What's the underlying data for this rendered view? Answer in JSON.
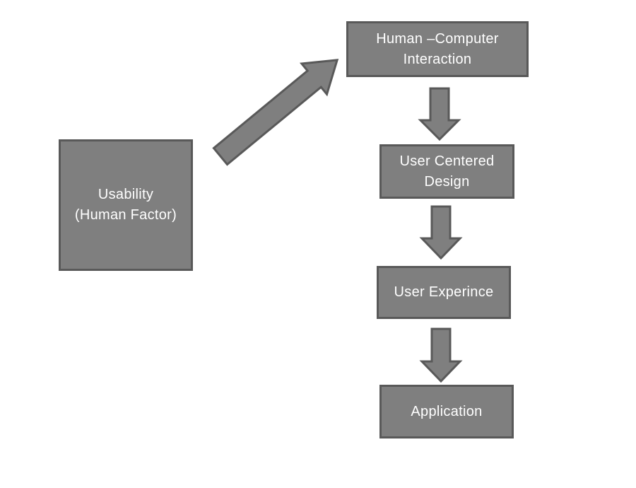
{
  "diagram": {
    "type": "flow-diagram",
    "colors": {
      "background": "#ffffff",
      "node_fill": "#7f7f7f",
      "node_border": "#595959",
      "node_text": "#ffffff",
      "arrow_fill": "#7f7f7f",
      "arrow_border": "#595959"
    },
    "nodes": {
      "usability": {
        "line1": "Usability",
        "line2": "(Human Factor)"
      },
      "hci": {
        "line1": "Human –Computer",
        "line2": "Interaction"
      },
      "ucd": {
        "line1": "User Centered",
        "line2": "Design"
      },
      "ux": {
        "line1": "User Experince"
      },
      "app": {
        "line1": "Application"
      }
    },
    "connections": [
      {
        "from": "Usability (Human Factor)",
        "to": "Human –Computer Interaction",
        "style": "diagonal-block-arrow"
      },
      {
        "from": "Human –Computer Interaction",
        "to": "User Centered Design",
        "style": "down-block-arrow"
      },
      {
        "from": "User Centered Design",
        "to": "User Experince",
        "style": "down-block-arrow"
      },
      {
        "from": "User Experince",
        "to": "Application",
        "style": "down-block-arrow"
      }
    ]
  }
}
